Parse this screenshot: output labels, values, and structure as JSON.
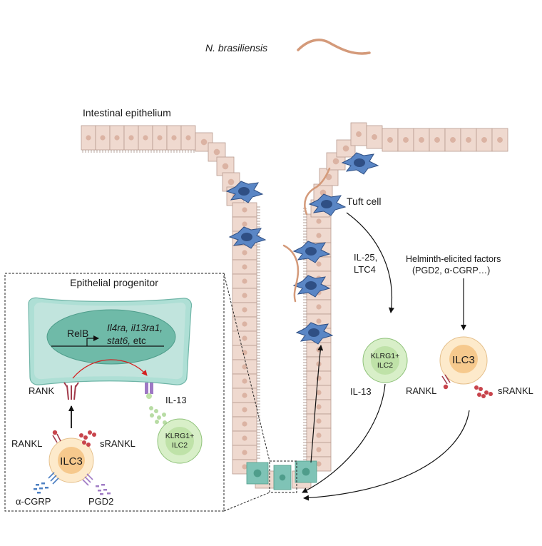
{
  "figure": {
    "pathogen": "N. brasiliensis",
    "epithelium_label": "Intestinal epithelium",
    "tuft_cell_label": "Tuft cell",
    "tuft_signal": [
      "IL-25,",
      "LTC4"
    ],
    "helminth_factors": [
      "Helminth-elicited factors",
      "(PGD2, α-CGRP…)"
    ],
    "ilc2_main": {
      "line1": "KLRG1+",
      "line2": "ILC2",
      "cytokine": "IL-13"
    },
    "ilc3_main": {
      "name": "ILC3",
      "membrane": "RANKL",
      "soluble": "sRANKL"
    }
  },
  "inset": {
    "title": "Epithelial progenitor",
    "relb": "RelB",
    "targets": [
      "Il4ra, il13ra1,",
      "stat6,",
      " etc"
    ],
    "receptor": "RANK",
    "cytokine": "IL-13",
    "ilc2": {
      "line1": "KLRG1+",
      "line2": "ILC2"
    },
    "ilc3": {
      "name": "ILC3",
      "membrane": "RANKL",
      "soluble": "sRANKL",
      "mediator1": "α-CGRP",
      "mediator2": "PGD2"
    }
  },
  "colors": {
    "epithelium": "#efd9cf",
    "epithelium_stroke": "#b89b8f",
    "nucleus": "#dbb3a3",
    "tuft": "#5a86c5",
    "tuft_dark": "#2f4f84",
    "progenitor": "#7fc3b6",
    "progenitor_light": "#c6e5df",
    "worm": "#d49a7a",
    "ilc2_outer": "#d8efc8",
    "ilc2_inner": "#bfe2a8",
    "ilc3_outer": "#fdeacb",
    "ilc3_inner": "#f6c98d",
    "receptor": "#a23b4b",
    "il13_dot": "#b8dca4",
    "sRANKL_dot": "#c8444c",
    "cgrp_dot": "#4c7fc2",
    "pgd2_dot": "#a07cc5",
    "signal_arrow": "#d42020"
  }
}
